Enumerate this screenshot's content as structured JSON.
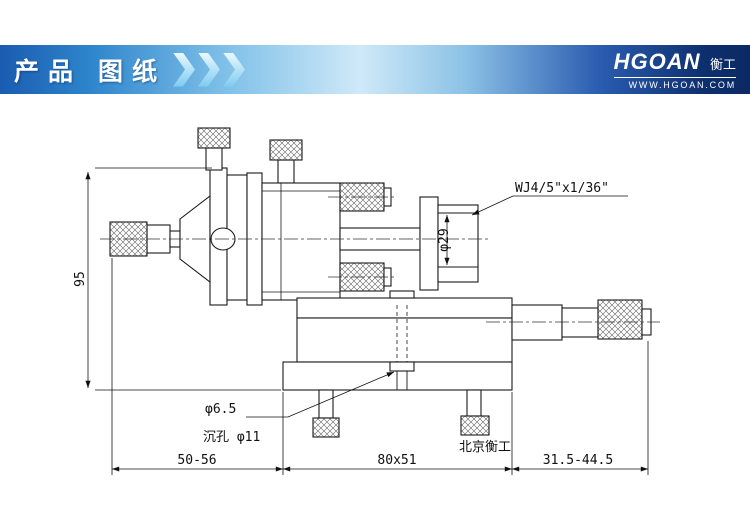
{
  "header": {
    "title": "产品 图纸",
    "brand": {
      "name": "HGOAN",
      "suffix": "衡工",
      "website": "WWW.HGOAN.COM"
    }
  },
  "drawing": {
    "labels": {
      "thread_spec": "WJ4/5\"x1/36\"",
      "bore_dia": "φ29",
      "height": "95",
      "hole_dia": "φ6.5",
      "counterbore": "沉孔 φ11",
      "dim_left": "50-56",
      "dim_center": "80x51",
      "dim_right": "31.5-44.5",
      "watermark": "北京衡工"
    }
  }
}
